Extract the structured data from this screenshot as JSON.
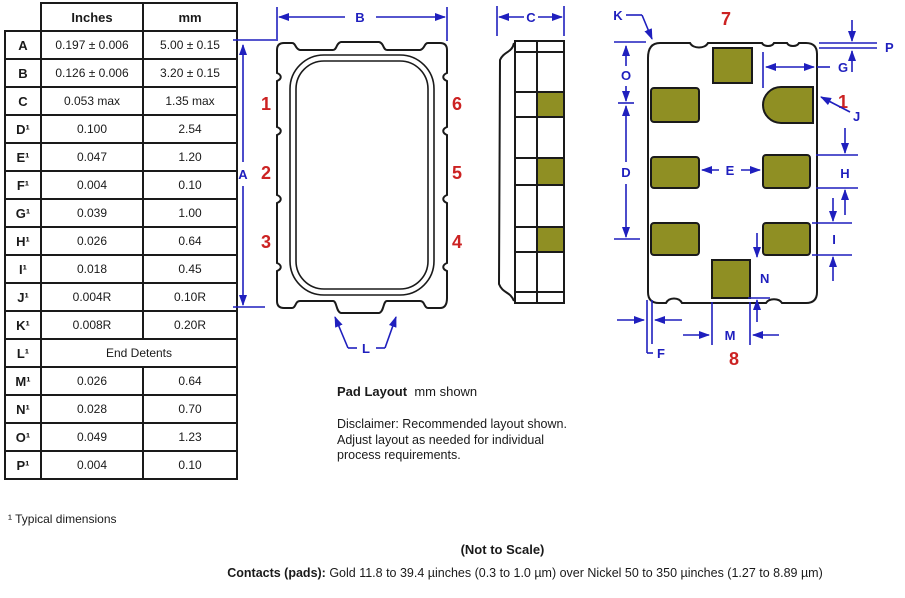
{
  "colors": {
    "line": "#1a1a1a",
    "dimension_blue": "#1f1fbe",
    "pin_red": "#cc2222",
    "pad_gold": "#8f8f23",
    "background": "#ffffff"
  },
  "dim_table": {
    "header": {
      "inches": "Inches",
      "mm": "mm"
    },
    "rows": [
      {
        "label": "A",
        "inches": "0.197 ± 0.006",
        "mm": "5.00 ± 0.15"
      },
      {
        "label": "B",
        "inches": "0.126 ± 0.006",
        "mm": "3.20 ± 0.15"
      },
      {
        "label": "C",
        "inches": "0.053 max",
        "mm": "1.35 max"
      },
      {
        "label": "D¹",
        "inches": "0.100",
        "mm": "2.54"
      },
      {
        "label": "E¹",
        "inches": "0.047",
        "mm": "1.20"
      },
      {
        "label": "F¹",
        "inches": "0.004",
        "mm": "0.10"
      },
      {
        "label": "G¹",
        "inches": "0.039",
        "mm": "1.00"
      },
      {
        "label": "H¹",
        "inches": "0.026",
        "mm": "0.64"
      },
      {
        "label": "I¹",
        "inches": "0.018",
        "mm": "0.45"
      },
      {
        "label": "J¹",
        "inches": "0.004R",
        "mm": "0.10R"
      },
      {
        "label": "K¹",
        "inches": "0.008R",
        "mm": "0.20R"
      },
      {
        "label": "L¹",
        "inches": "End Detents",
        "mm": ""
      },
      {
        "label": "M¹",
        "inches": "0.026",
        "mm": "0.64"
      },
      {
        "label": "N¹",
        "inches": "0.028",
        "mm": "0.70"
      },
      {
        "label": "O¹",
        "inches": "0.049",
        "mm": "1.23"
      },
      {
        "label": "P¹",
        "inches": "0.004",
        "mm": "0.10"
      }
    ],
    "footnote": "¹ Typical dimensions"
  },
  "top_view": {
    "dim_a": "A",
    "dim_b": "B",
    "dim_l": "L",
    "pin1": "1",
    "pin2": "2",
    "pin3": "3",
    "pin4": "4",
    "pin5": "5",
    "pin6": "6"
  },
  "side_view": {
    "dim_c": "C"
  },
  "pad_layout": {
    "pad7": "7",
    "pad8": "8",
    "pin1": "1",
    "k": "K",
    "o": "O",
    "d": "D",
    "f": "F",
    "p": "P",
    "g": "G",
    "j": "J",
    "h": "H",
    "i": "I",
    "e": "E",
    "n": "N",
    "m": "M"
  },
  "notes": {
    "pad_layout_title": "Pad Layout",
    "pad_layout_sub": "mm shown",
    "disclaimer": "Disclaimer: Recommended layout shown.\nAdjust layout as needed for individual\nprocess requirements.",
    "not_to_scale": "(Not to Scale)",
    "contacts_label": "Contacts (pads):",
    "contacts_text": " Gold 11.8 to 39.4 µinches (0.3 to 1.0 µm) over Nickel 50 to 350 µinches (1.27 to 8.89 µm)"
  }
}
